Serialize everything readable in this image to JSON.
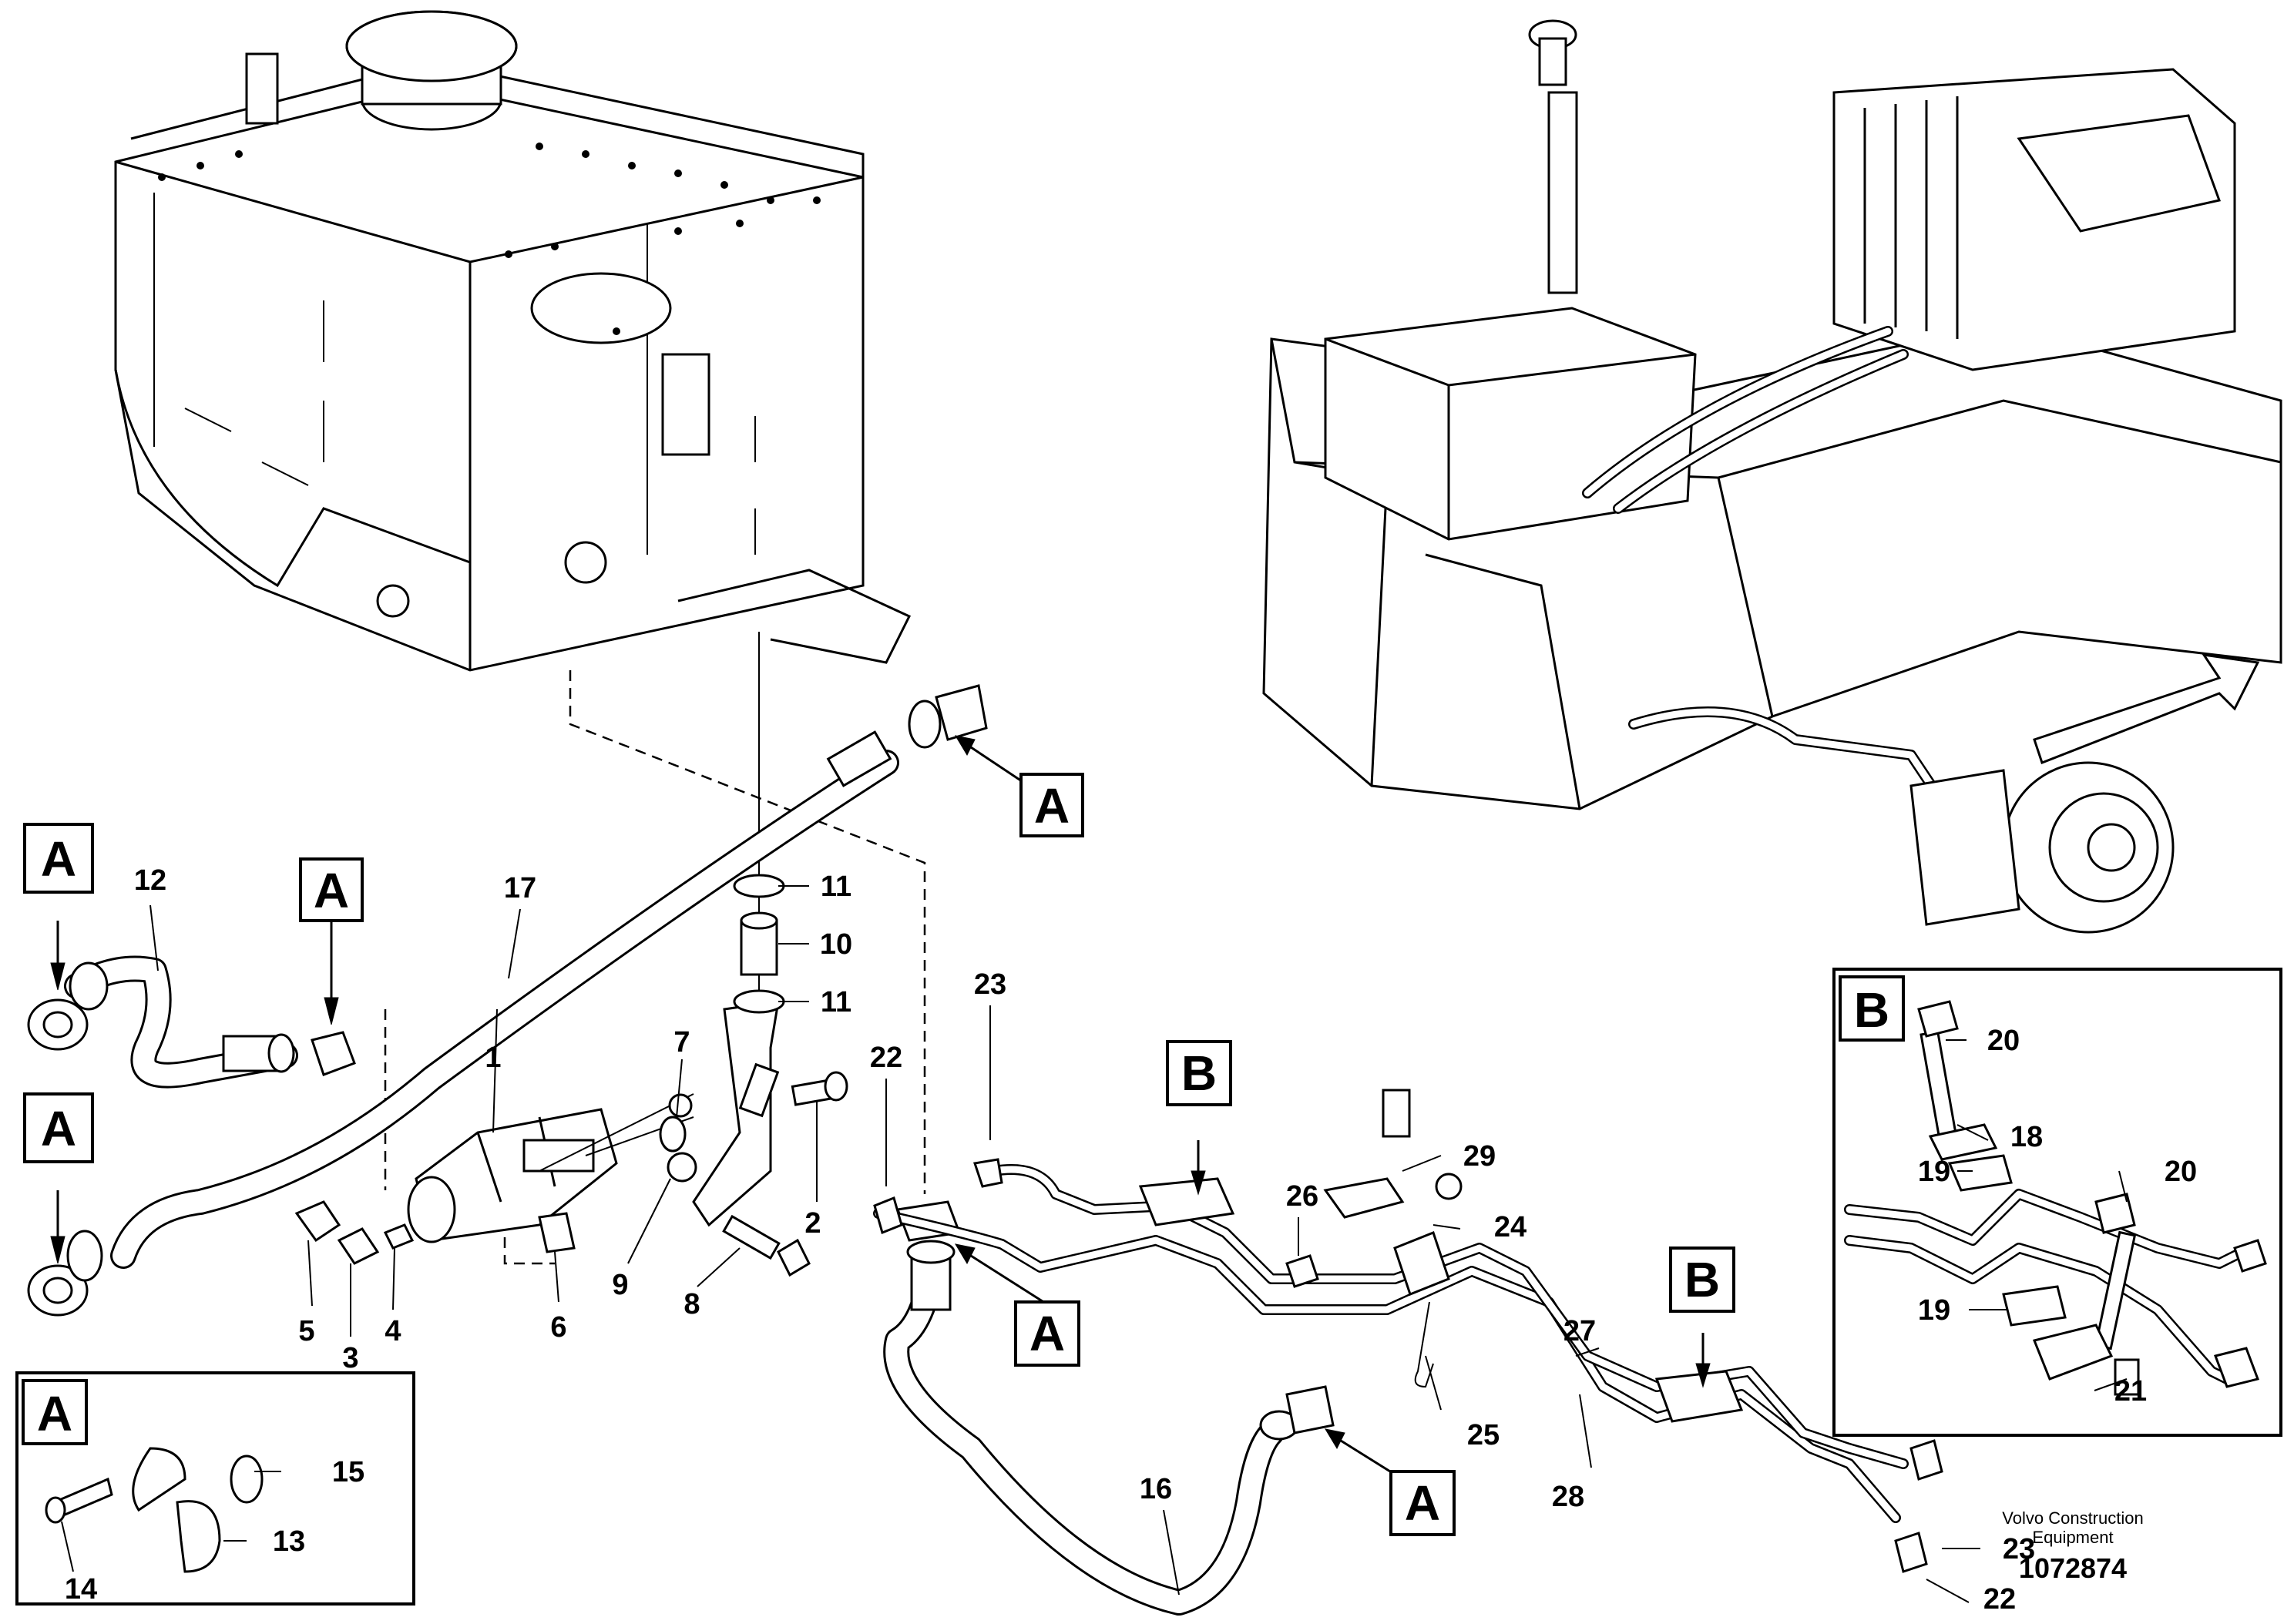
{
  "parts": {
    "p1": "1",
    "p2": "2",
    "p3": "3",
    "p4": "4",
    "p5": "5",
    "p6": "6",
    "p7": "7",
    "p8": "8",
    "p9": "9",
    "p10": "10",
    "p11a": "11",
    "p11b": "11",
    "p12": "12",
    "p13": "13",
    "p14": "14",
    "p15": "15",
    "p16": "16",
    "p17": "17",
    "p18": "18",
    "p19a": "19",
    "p19b": "19",
    "p20a": "20",
    "p20b": "20",
    "p21": "21",
    "p22a": "22",
    "p22b": "22",
    "p23a": "23",
    "p23b": "23",
    "p24": "24",
    "p25": "25",
    "p26": "26",
    "p27": "27",
    "p28": "28",
    "p29": "29"
  },
  "callouts": {
    "a1": "A",
    "a2": "A",
    "a3": "A",
    "a4": "A",
    "a5": "A",
    "a6": "A",
    "b1": "B",
    "b2": "B"
  },
  "details": {
    "a_label": "A",
    "b_label": "B"
  },
  "credit": {
    "line1": "Volvo Construction",
    "line2": "Equipment",
    "number": "1072874"
  }
}
